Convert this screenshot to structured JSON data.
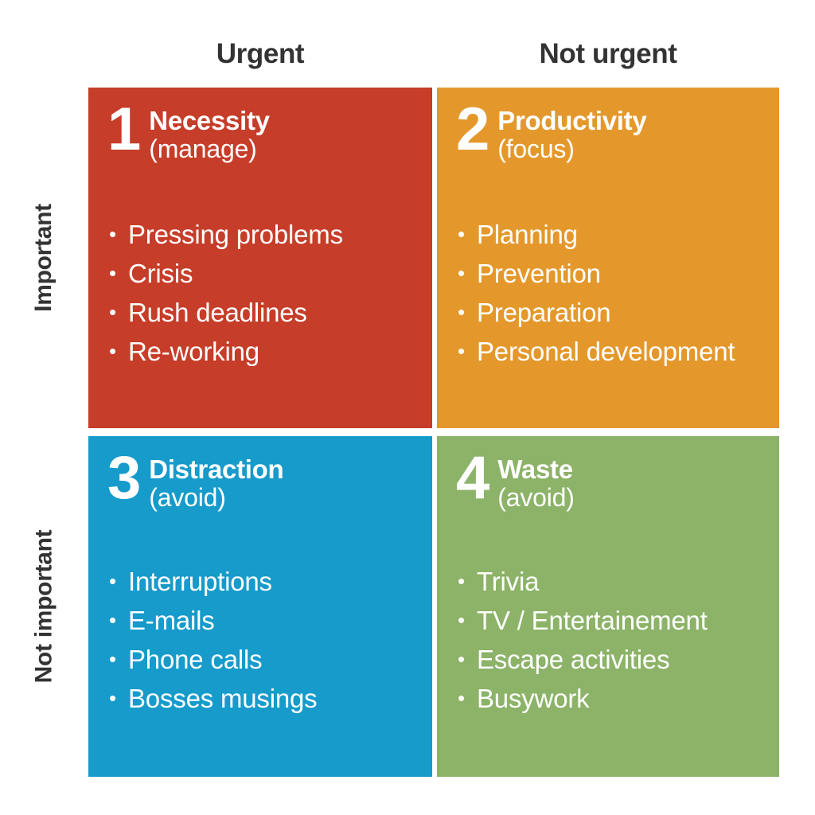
{
  "headers": {
    "columns": [
      {
        "label": "Urgent"
      },
      {
        "label": "Not urgent"
      }
    ],
    "rows": [
      {
        "label": "Important"
      },
      {
        "label": "Not important"
      }
    ]
  },
  "colors": {
    "quadrant_1": "#C63D29",
    "quadrant_2": "#E4982C",
    "quadrant_3": "#169BCB",
    "quadrant_4": "#8CB368",
    "header_text": "#333333",
    "quadrant_text": "#FFFFFF",
    "background": "#FFFFFF"
  },
  "bullet_glyph": "•",
  "quadrants": [
    {
      "number": "1",
      "title": "Necessity",
      "subtitle": "(manage)",
      "items": [
        "Pressing problems",
        "Crisis",
        "Rush deadlines",
        "Re-working"
      ]
    },
    {
      "number": "2",
      "title": "Productivity",
      "subtitle": "(focus)",
      "items": [
        "Planning",
        "Prevention",
        "Preparation",
        "Personal development"
      ]
    },
    {
      "number": "3",
      "title": "Distraction",
      "subtitle": "(avoid)",
      "items": [
        "Interruptions",
        "E-mails",
        "Phone calls",
        "Bosses musings"
      ]
    },
    {
      "number": "4",
      "title": "Waste",
      "subtitle": "(avoid)",
      "items": [
        "Trivia",
        "TV / Entertainement",
        "Escape activities",
        "Busywork"
      ]
    }
  ]
}
